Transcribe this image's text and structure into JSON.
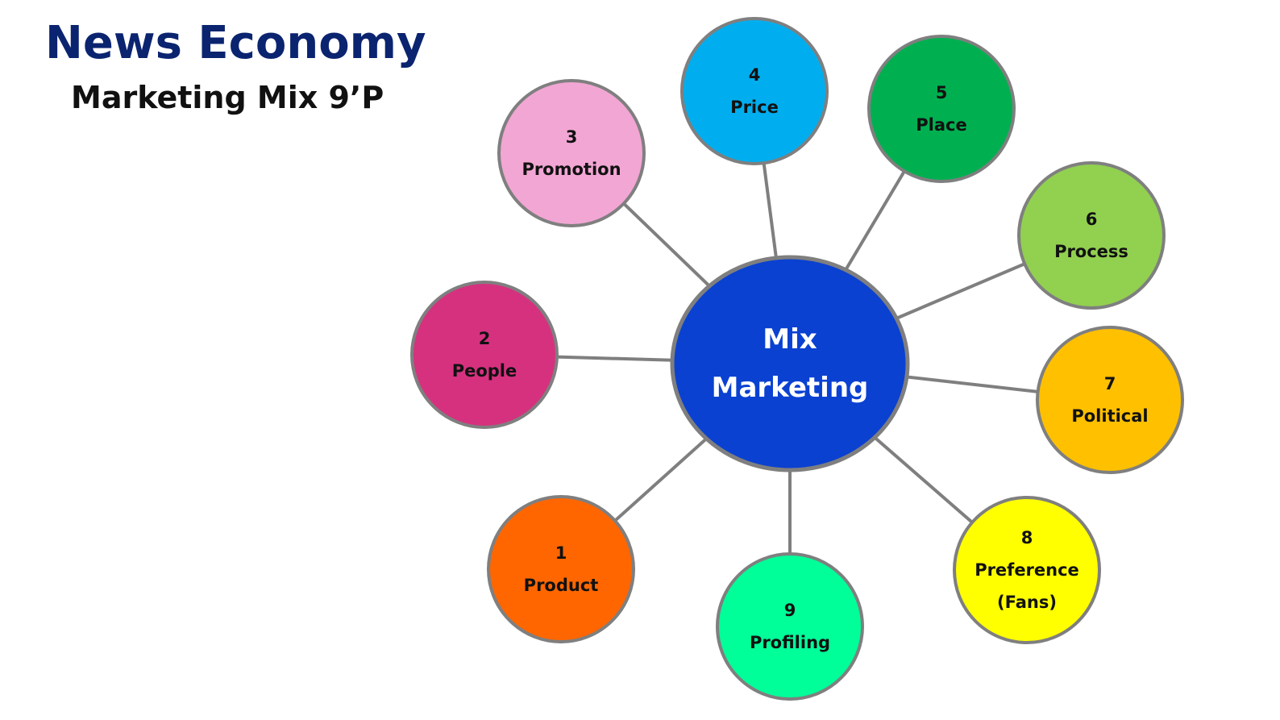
{
  "header": {
    "title": "News Economy",
    "subtitle": "Marketing Mix 9’P"
  },
  "hub": {
    "line1": "Mix",
    "line2": "Marketing",
    "color": "#0a41d1"
  },
  "nodes": [
    {
      "number": "1",
      "lines": [
        "Product"
      ],
      "color": "#ff6600"
    },
    {
      "number": "2",
      "lines": [
        "People"
      ],
      "color": "#d6317f"
    },
    {
      "number": "3",
      "lines": [
        "Promotion"
      ],
      "color": "#f2a6d4"
    },
    {
      "number": "4",
      "lines": [
        "Price"
      ],
      "color": "#00aeef"
    },
    {
      "number": "5",
      "lines": [
        "Place"
      ],
      "color": "#00b050"
    },
    {
      "number": "6",
      "lines": [
        "Process"
      ],
      "color": "#92d050"
    },
    {
      "number": "7",
      "lines": [
        "Political"
      ],
      "color": "#ffc000"
    },
    {
      "number": "8",
      "lines": [
        "Preference",
        "(Fans)"
      ],
      "color": "#ffff00"
    },
    {
      "number": "9",
      "lines": [
        "Profiling"
      ],
      "color": "#00ff99"
    }
  ],
  "colors": {
    "border": "#7f7f7f",
    "connector": "#7f7f7f",
    "title": "#0b2470"
  }
}
